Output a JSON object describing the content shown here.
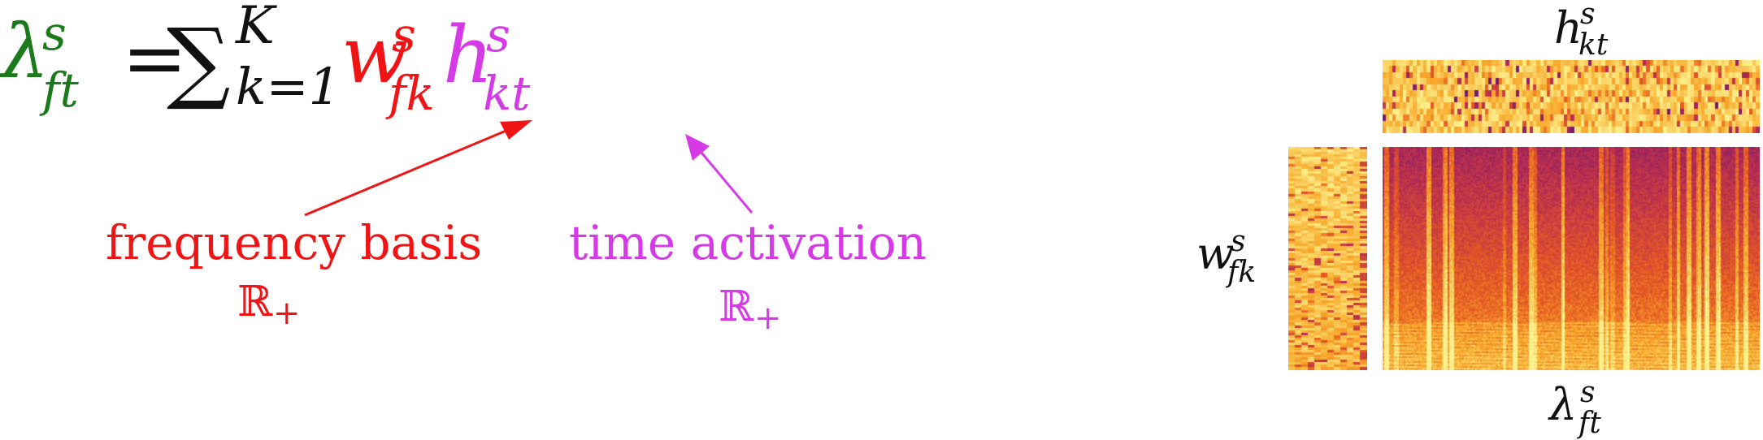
{
  "equation": {
    "lhs_symbol": "λ",
    "lhs_sup": "s",
    "lhs_sub": "ft",
    "equals": "=",
    "sum_symbol": "∑",
    "sum_upper": "K",
    "sum_lower": "k=1",
    "w_symbol": "w",
    "w_sup": "s",
    "w_sub": "fk",
    "h_symbol": "h",
    "h_sup": "s",
    "h_sub": "kt"
  },
  "annotations": {
    "freq_label": "frequency basis",
    "freq_domain": "ℝ",
    "freq_domain_sub": "+",
    "time_label": "time activation",
    "time_domain": "ℝ",
    "time_domain_sub": "+"
  },
  "matrix_labels": {
    "h_symbol": "h",
    "h_sup": "s",
    "h_sub": "kt",
    "w_symbol": "w",
    "w_sup": "s",
    "w_sub": "fk",
    "lambda_symbol": "λ",
    "lambda_sup": "s",
    "lambda_sub": "ft"
  },
  "colors": {
    "lambda_color": "#1b7a1b",
    "w_color": "#f01414",
    "h_color": "#d639e6",
    "text_color": "#111111"
  },
  "colormap": "inferno-like (yellow-orange-purple)"
}
